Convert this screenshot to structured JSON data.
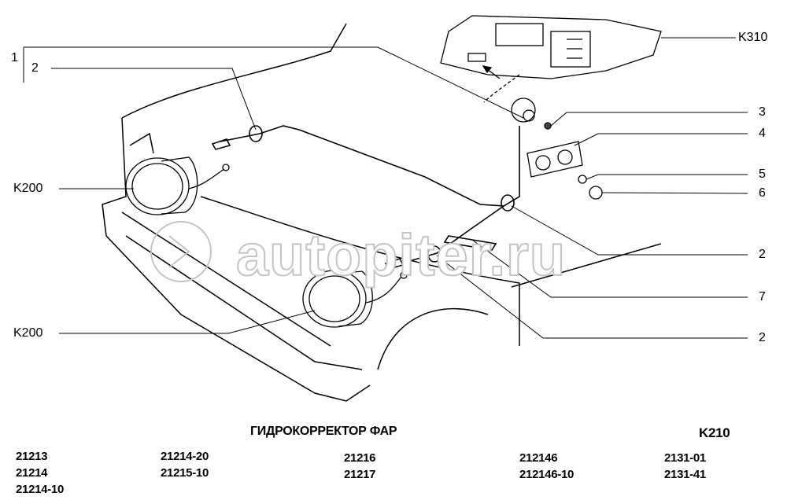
{
  "title": "ГИДРОКОРРЕКТОР ФАР",
  "code": "K210",
  "watermark": "autopiter.ru",
  "callouts": {
    "c1": "1",
    "c2_top": "2",
    "k310": "K310",
    "c3": "3",
    "c4": "4",
    "c5": "5",
    "c6": "6",
    "k200_top": "K200",
    "c2_right": "2",
    "c7": "7",
    "k200_bottom": "K200",
    "c2_bottom": "2"
  },
  "models": [
    [
      "21213",
      "21214",
      "21214-10"
    ],
    [
      "21214-20",
      "21215-10"
    ],
    [
      "21216",
      "21217"
    ],
    [
      "212146",
      "212146-10"
    ],
    [
      "2131-01",
      "2131-41"
    ]
  ]
}
